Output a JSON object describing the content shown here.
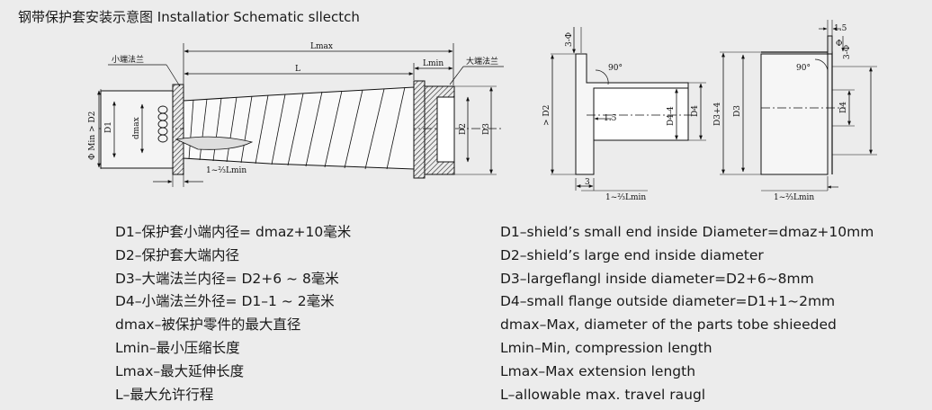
{
  "title": "钢带保护套安装示意图 Installatior Schematic sllectch",
  "diagram": {
    "lmax": "Lmax",
    "l": "L",
    "lmin": "Lmin",
    "small_flange": "小端法兰",
    "large_flange": "大端法兰",
    "phi_min_d2": "Φ Min > D2",
    "d1": "D1",
    "dmax": "dmax",
    "d2": "D2",
    "d3": "D3",
    "fraction_lmin": "1~⅔Lmin",
    "gt_d2": "> D2",
    "d4_4": "D4-4",
    "d4": "D4",
    "d3_4": "D3+4",
    "angle_90": "90°",
    "dim_3": "3",
    "dim_1_5": "1.5",
    "dim_3_phi": "3-Φ",
    "phi": "Φ"
  },
  "legend_zh": [
    "D1–保护套小端内径= dmaz+10毫米",
    "D2–保护套大端内径",
    "D3–大端法兰内径= D2+6 ~ 8毫米",
    "D4–小端法兰外径= D1–1 ~ 2毫米",
    "dmax–被保护零件的最大直径",
    "Lmin–最小压缩长度",
    "Lmax–最大延伸长度",
    "L–最大允许行程"
  ],
  "legend_en": [
    "D1–shield’s small end inside Diameter=dmaz+10mm",
    "D2–shield’s large end inside diameter",
    "D3–largeflangl inside diameter=D2+6~8mm",
    "D4–small flange outside diameter=D1+1~2mm",
    "dmax–Max, diameter of the parts tobe shieeded",
    "Lmin–Min, compression length",
    "Lmax–Max extension length",
    "L–allowable max. travel raugl"
  ]
}
